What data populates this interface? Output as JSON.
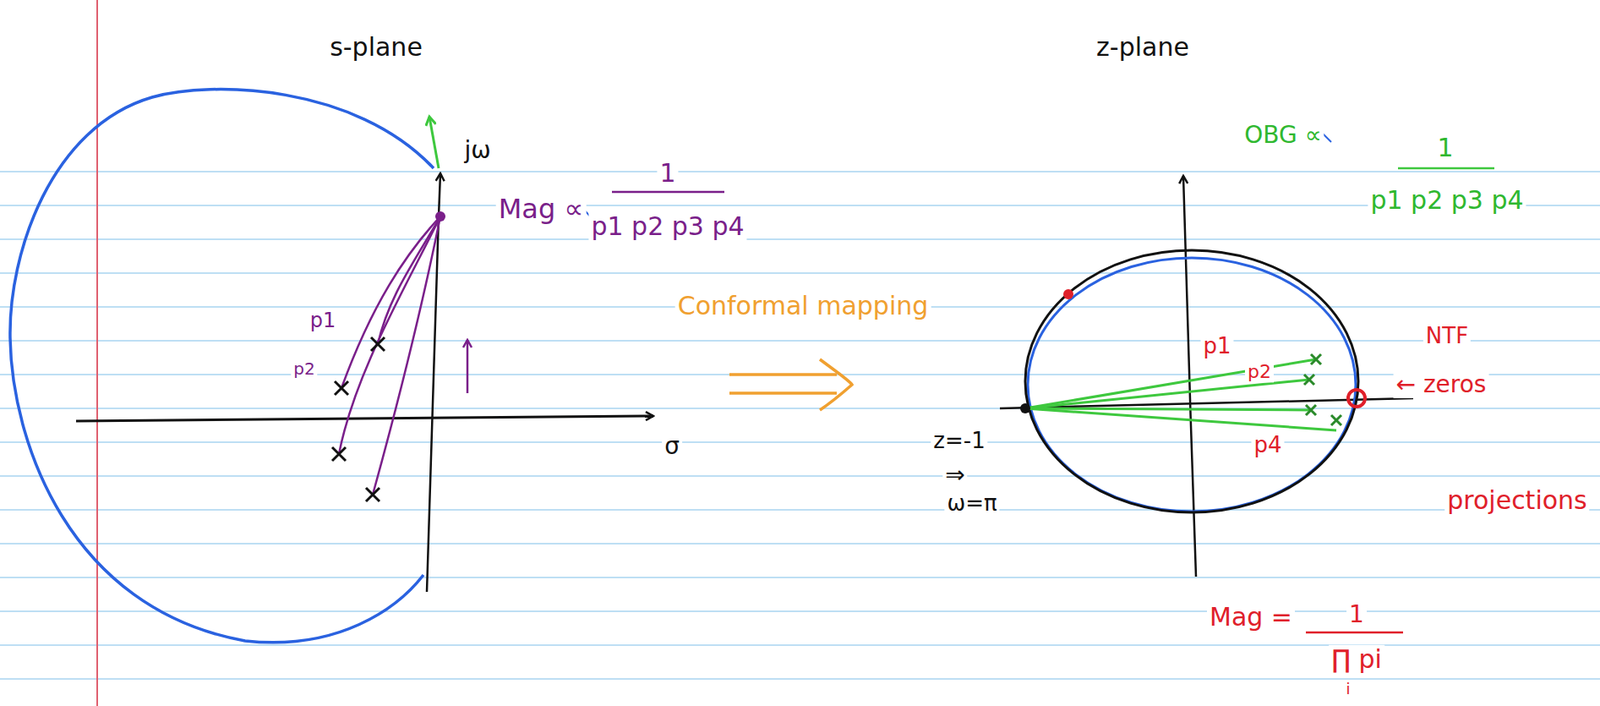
{
  "diagram": {
    "labels": [
      "s-plane",
      "jω",
      "σ",
      "p1",
      "p2",
      "Mag ∝",
      "1",
      "p1 p2 p3 p4",
      "Conformal mapping",
      "z-plane",
      "OBG ∝",
      "1",
      "p1 p2 p3 p4",
      "p1",
      "p2",
      "p4",
      "NTF",
      "← zeros",
      "z=-1",
      "⇒",
      "ω=π",
      "projections",
      "Mag =",
      "1",
      "∏ pi",
      "i"
    ]
  }
}
